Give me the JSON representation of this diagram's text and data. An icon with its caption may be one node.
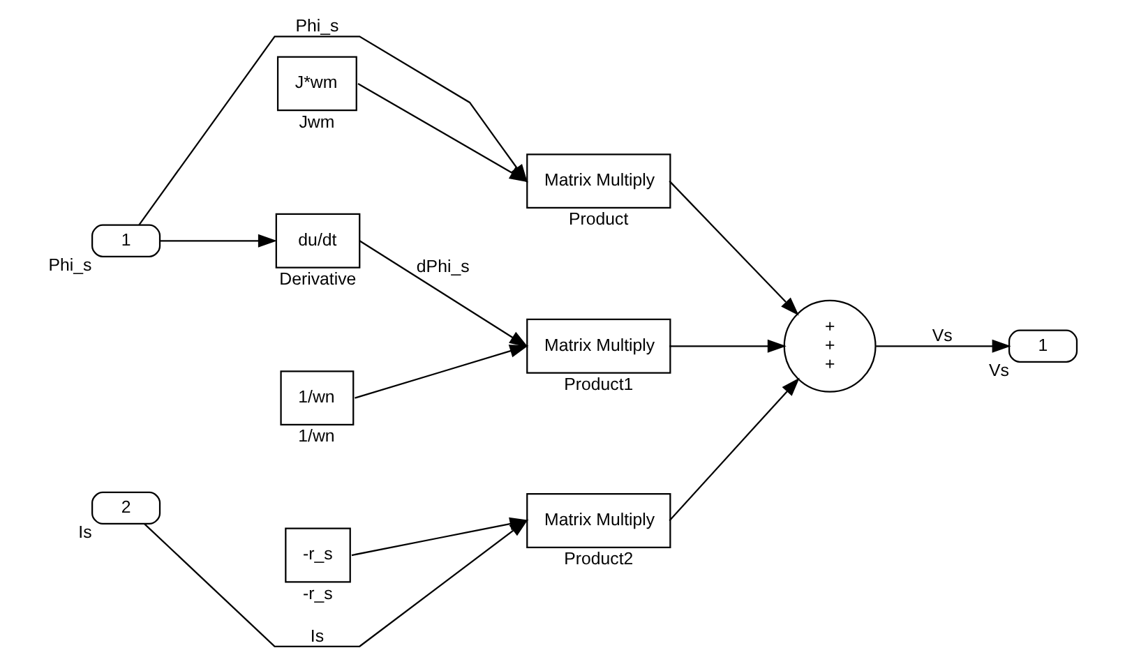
{
  "diagram": {
    "nodes": [
      {
        "text": [
          "1"
        ],
        "beside": [
          "Phi_s"
        ]
      },
      {
        "text": [
          "J*wm"
        ],
        "beside": [
          "Jwm"
        ]
      },
      {
        "text": [
          "Matrix Multiply"
        ],
        "beside": [
          "Product"
        ]
      },
      {
        "text": [
          "du/dt"
        ],
        "beside": [
          "Derivative"
        ]
      },
      {
        "text": [
          "Matrix Multiply"
        ],
        "beside": [
          "Product1"
        ]
      },
      {
        "text": [
          "1/wn"
        ],
        "beside": [
          "1/wn"
        ]
      },
      {
        "text": [
          "-r_s"
        ],
        "beside": [
          "-r_s"
        ]
      },
      {
        "text": [
          "2"
        ],
        "beside": [
          "Is"
        ]
      },
      {
        "text": [
          "Matrix Multiply"
        ],
        "beside": [
          "Product2"
        ]
      },
      {
        "text": [
          "+",
          "+",
          "+"
        ]
      },
      {
        "text": [
          "1"
        ],
        "beside": [
          "Vs"
        ]
      }
    ],
    "edges": [
      {
        "from": 1,
        "to": 2,
        "arrow": "to"
      },
      {
        "from": 0,
        "to": 2,
        "arrow": "to",
        "label": "Phi_s"
      },
      {
        "from": 0,
        "to": 3,
        "arrow": "to"
      },
      {
        "from": 3,
        "to": 4,
        "arrow": "to",
        "label": "dPhi_s"
      },
      {
        "from": 5,
        "to": 4,
        "arrow": "to"
      },
      {
        "from": 6,
        "to": 8,
        "arrow": "to"
      },
      {
        "from": 7,
        "to": 8,
        "arrow": "to",
        "label": "Is"
      },
      {
        "from": 2,
        "to": 9,
        "arrow": "to"
      },
      {
        "from": 4,
        "to": 9,
        "arrow": "to"
      },
      {
        "from": 8,
        "to": 9,
        "arrow": "to"
      },
      {
        "from": 9,
        "to": 10,
        "arrow": "to",
        "label": "Vs"
      }
    ]
  }
}
